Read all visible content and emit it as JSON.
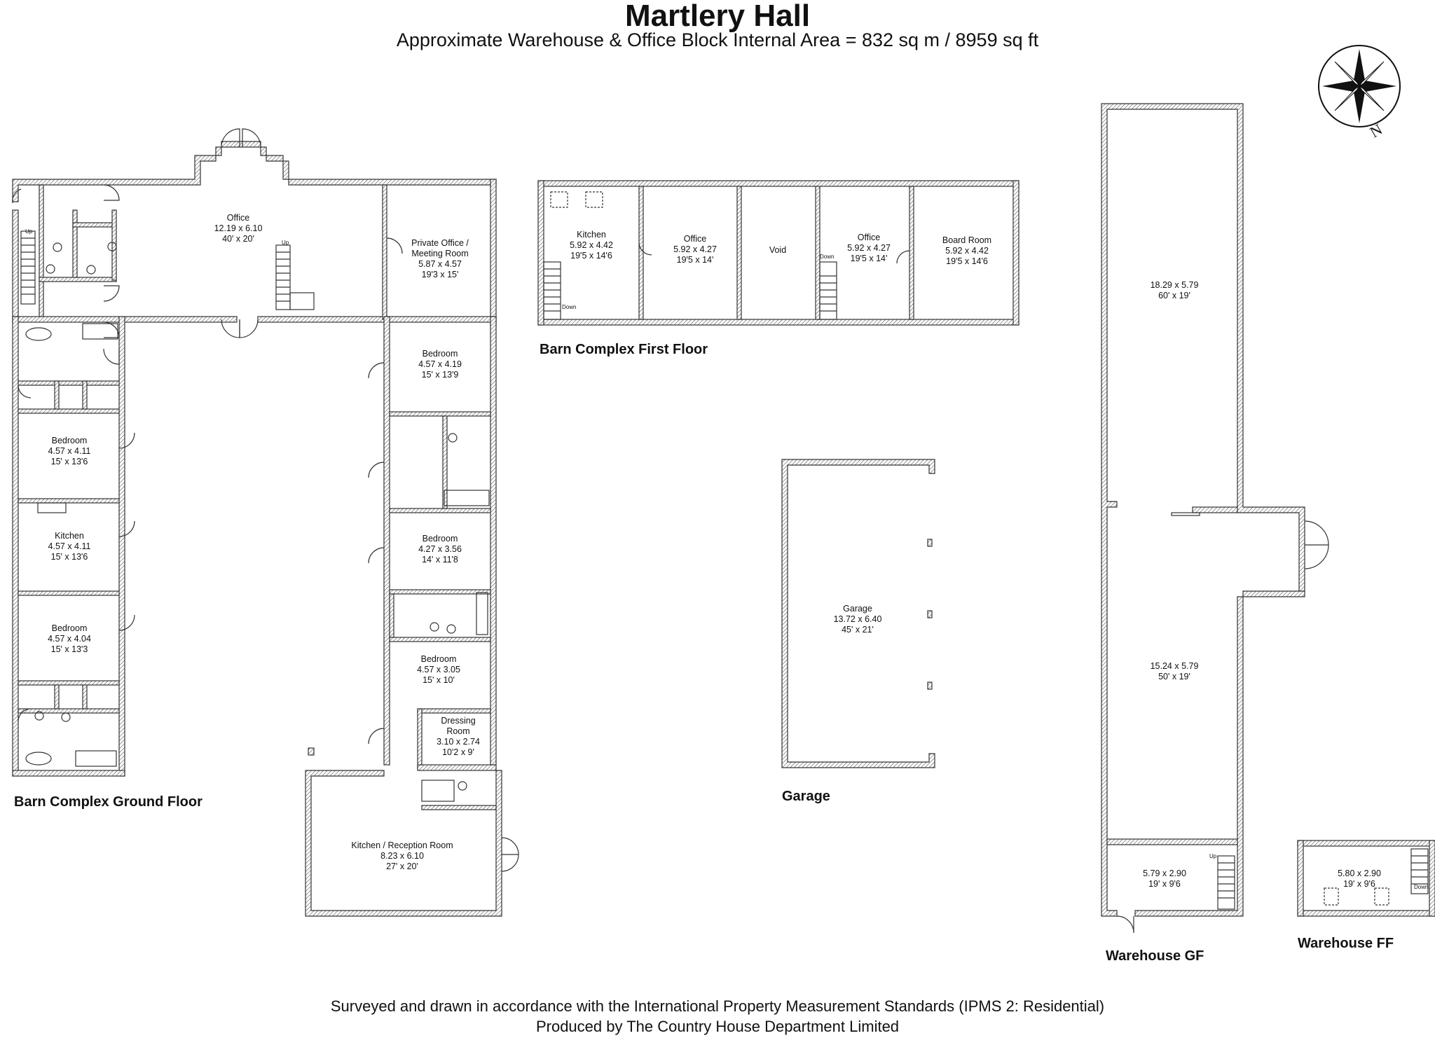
{
  "header": {
    "title": "Martlery Hall",
    "subtitle": "Approximate Warehouse & Office Block Internal Area = 832 sq m / 8959 sq ft"
  },
  "sections": {
    "barn_ground": "Barn Complex Ground Floor",
    "barn_first": "Barn Complex First Floor",
    "garage": "Garage",
    "warehouse_gf": "Warehouse GF",
    "warehouse_ff": "Warehouse FF"
  },
  "rooms": {
    "office_main": {
      "name": "Office",
      "metric": "12.19 x 6.10",
      "imperial": "40' x 20'"
    },
    "private_office": {
      "name": "Private Office /",
      "name2": "Meeting Room",
      "metric": "5.87 x 4.57",
      "imperial": "19'3 x 15'"
    },
    "bedroom_right_1": {
      "name": "Bedroom",
      "metric": "4.57 x 4.19",
      "imperial": "15' x 13'9"
    },
    "bedroom_left_1": {
      "name": "Bedroom",
      "metric": "4.57 x 4.11",
      "imperial": "15' x 13'6"
    },
    "kitchen_left": {
      "name": "Kitchen",
      "metric": "4.57 x 4.11",
      "imperial": "15' x 13'6"
    },
    "bedroom_left_2": {
      "name": "Bedroom",
      "metric": "4.57 x 4.04",
      "imperial": "15' x 13'3"
    },
    "bedroom_right_2": {
      "name": "Bedroom",
      "metric": "4.27 x 3.56",
      "imperial": "14' x 11'8"
    },
    "bedroom_right_3": {
      "name": "Bedroom",
      "metric": "4.57 x 3.05",
      "imperial": "15' x 10'"
    },
    "dressing_room": {
      "name": "Dressing",
      "name2": "Room",
      "metric": "3.10 x 2.74",
      "imperial": "10'2 x 9'"
    },
    "kitchen_reception": {
      "name": "Kitchen / Reception Room",
      "metric": "8.23 x 6.10",
      "imperial": "27' x 20'"
    },
    "ff_kitchen": {
      "name": "Kitchen",
      "metric": "5.92 x 4.42",
      "imperial": "19'5 x 14'6"
    },
    "ff_office_1": {
      "name": "Office",
      "metric": "5.92 x 4.27",
      "imperial": "19'5 x 14'"
    },
    "ff_void": {
      "name": "Void"
    },
    "ff_office_2": {
      "name": "Office",
      "metric": "5.92 x 4.27",
      "imperial": "19'5 x 14'"
    },
    "ff_board_room": {
      "name": "Board Room",
      "metric": "5.92 x 4.42",
      "imperial": "19'5 x 14'6"
    },
    "garage": {
      "name": "Garage",
      "metric": "13.72 x 6.40",
      "imperial": "45' x 21'"
    },
    "wh_top": {
      "metric": "18.29 x 5.79",
      "imperial": "60' x 19'"
    },
    "wh_middle": {
      "metric": "15.24 x 5.79",
      "imperial": "50' x 19'"
    },
    "wh_bottom": {
      "metric": "5.79 x 2.90",
      "imperial": "19' x 9'6"
    },
    "wh_ff": {
      "metric": "5.80 x 2.90",
      "imperial": "19' x 9'6"
    }
  },
  "stair_labels": {
    "up_left": "Up",
    "up_office": "Up",
    "down_kitchen": "Down",
    "down_office": "Down",
    "up_warehouse": "Up",
    "down_warehouse_ff": "Down"
  },
  "compass": {
    "label": "N"
  },
  "footer": {
    "line1": "Surveyed and drawn in accordance with the International Property Measurement Standards (IPMS 2: Residential)",
    "line2": "Produced by The Country House Department Limited"
  }
}
